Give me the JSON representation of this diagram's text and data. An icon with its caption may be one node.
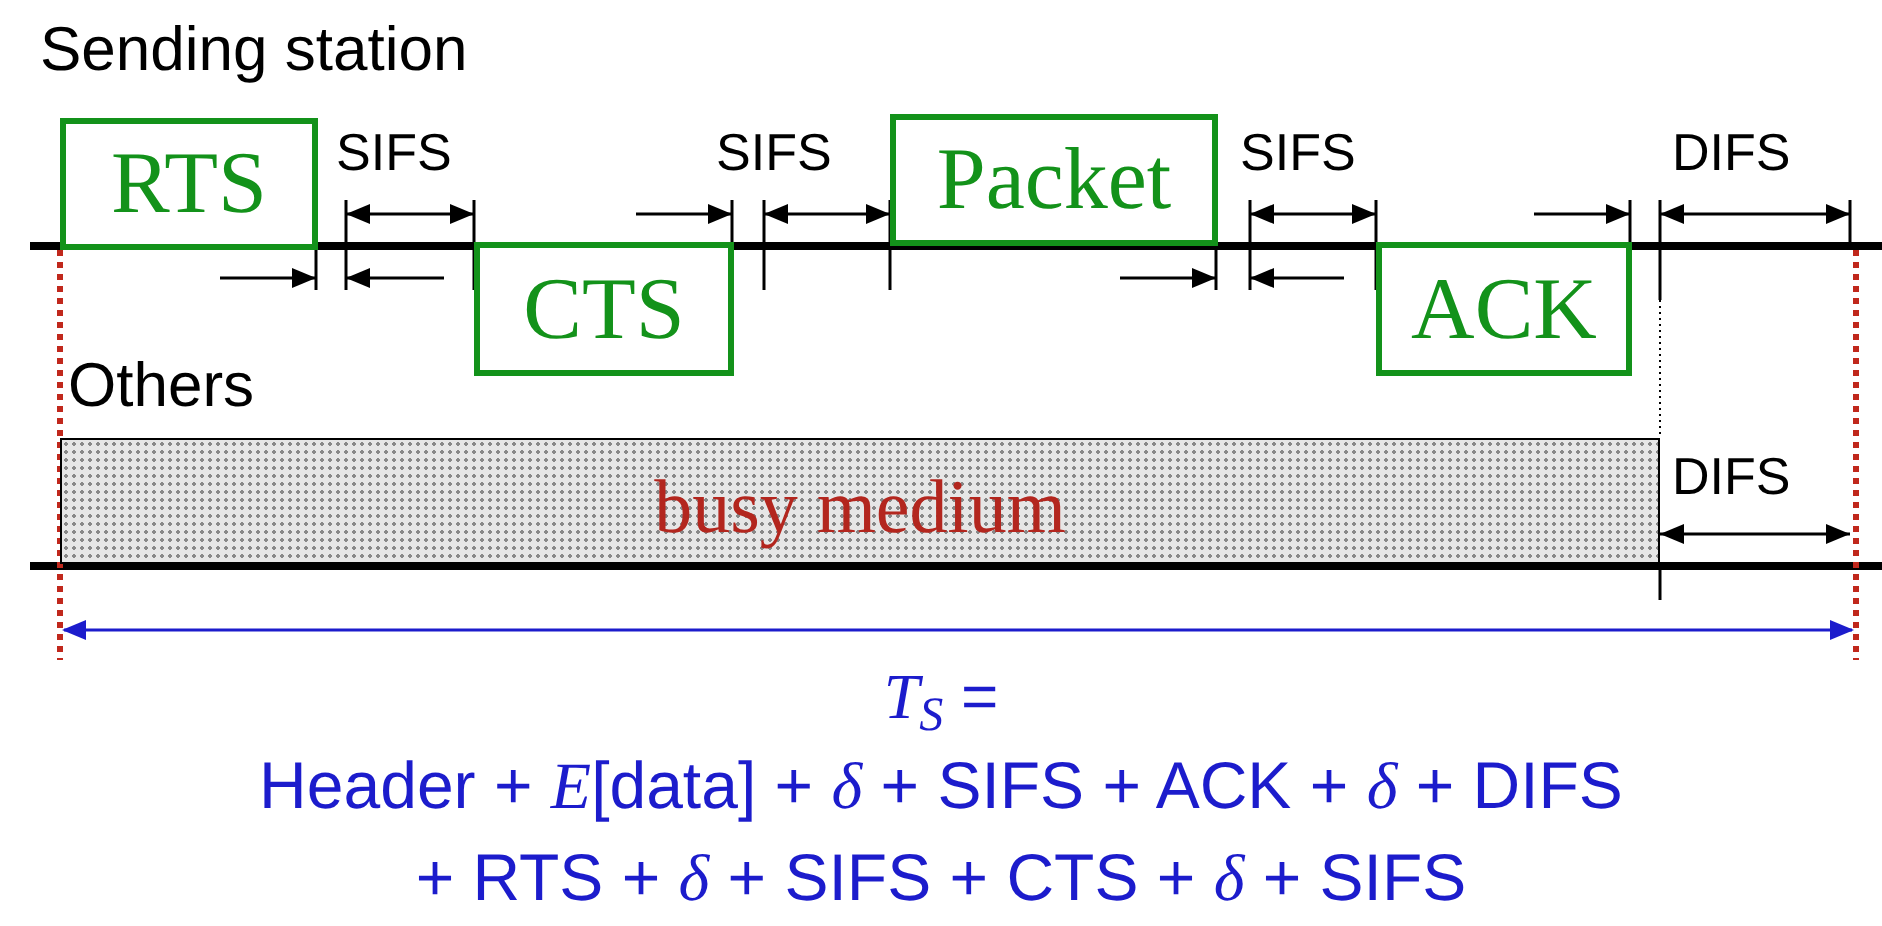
{
  "diagram": {
    "nodes": [
      {
        "text": [
          "RTS"
        ]
      },
      {
        "text": [
          "CTS"
        ]
      },
      {
        "text": [
          "Packet"
        ]
      },
      {
        "text": [
          "ACK"
        ]
      },
      {
        "text": [
          "busy medium"
        ]
      }
    ],
    "edges": [],
    "labels": [
      "Sending station",
      "SIFS",
      "SIFS",
      "SIFS",
      "DIFS",
      "Others",
      "DIFS",
      "*T*$_{S}$ =",
      "Header + *E*[data] + *δ* + SIFS + ACK + *δ* + DIFS",
      "+ RTS + *δ* + SIFS + CTS + *δ* + SIFS"
    ]
  }
}
